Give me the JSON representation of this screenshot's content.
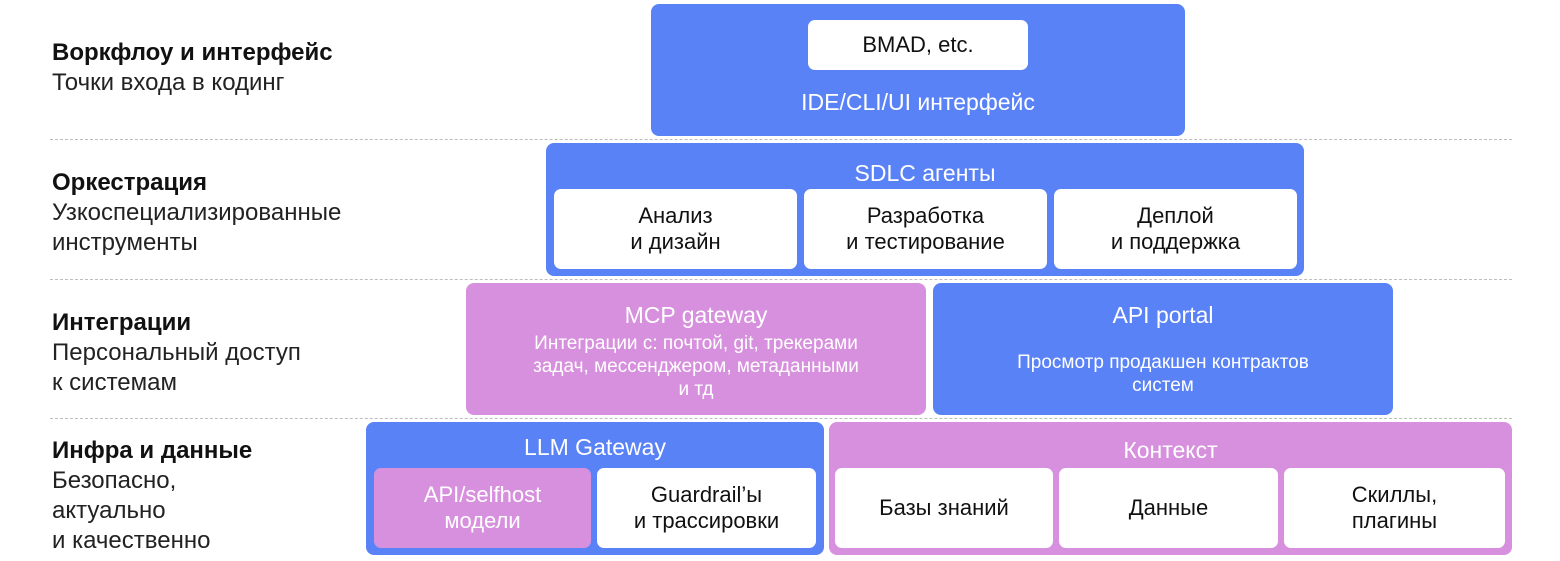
{
  "rows": [
    {
      "title": "Воркфлоу и интерфейс",
      "subtitle": "Точки входа в кодинг"
    },
    {
      "title": "Оркестрация",
      "subtitle": "Узкоспециализированные\nинструменты"
    },
    {
      "title": "Интеграции",
      "subtitle": "Персональный доступ\nк системам"
    },
    {
      "title": "Инфра и данные",
      "subtitle": "Безопасно,\nактуально\nи качественно"
    }
  ],
  "top_block": {
    "inner": "BMAD, etc.",
    "label": "IDE/CLI/UI интерфейс"
  },
  "sdlc": {
    "title": "SDLC агенты",
    "items": [
      "Анализ\nи дизайн",
      "Разработка\nи тестирование",
      "Деплой\nи поддержка"
    ]
  },
  "mcp": {
    "title": "MCP gateway",
    "text": "Интеграции с: почтой, git, трекерами\nзадач, мессенджером, метаданными\nи тд"
  },
  "api_portal": {
    "title": "API portal",
    "text": "Просмотр продакшен контрактов\nсистем"
  },
  "llm_gateway": {
    "title": "LLM Gateway",
    "items": [
      "API/selfhost\nмодели",
      "Guardrail’ы\nи трассировки"
    ]
  },
  "context": {
    "title": "Контекст",
    "items": [
      "Базы знаний",
      "Данные",
      "Скиллы,\nплагины"
    ]
  },
  "colors": {
    "blue": "#5a82f7",
    "pink": "#d790dd",
    "divider": "#bdbdbd"
  }
}
